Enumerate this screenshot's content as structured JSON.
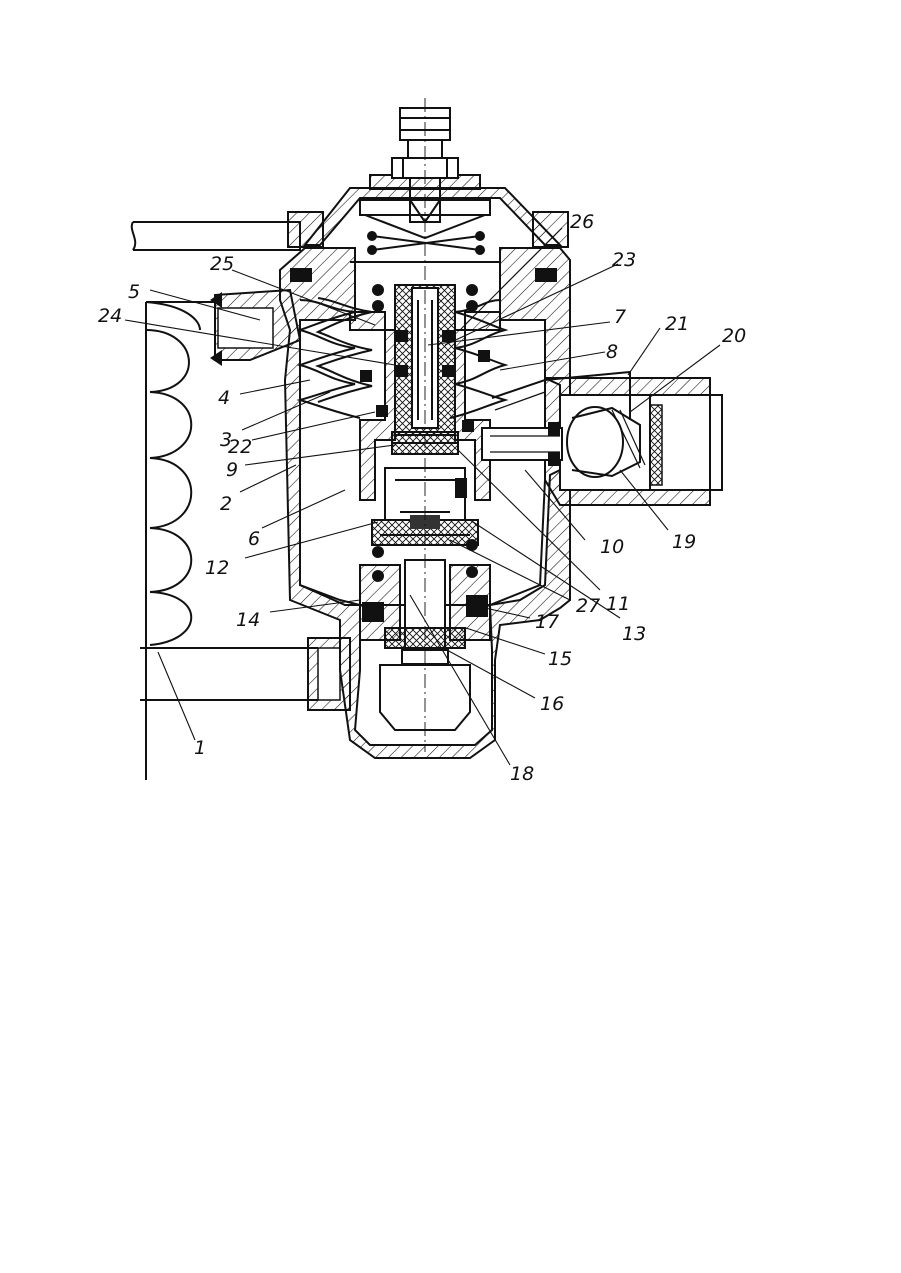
{
  "figure": {
    "callouts": [
      {
        "id": "1",
        "text": "1"
      },
      {
        "id": "2",
        "text": "2"
      },
      {
        "id": "3",
        "text": "3"
      },
      {
        "id": "4",
        "text": "4"
      },
      {
        "id": "5",
        "text": "5"
      },
      {
        "id": "6",
        "text": "6"
      },
      {
        "id": "7",
        "text": "7"
      },
      {
        "id": "8",
        "text": "8"
      },
      {
        "id": "9",
        "text": "9"
      },
      {
        "id": "10",
        "text": "10"
      },
      {
        "id": "11",
        "text": "11"
      },
      {
        "id": "12",
        "text": "12"
      },
      {
        "id": "13",
        "text": "13"
      },
      {
        "id": "14",
        "text": "14"
      },
      {
        "id": "15",
        "text": "15"
      },
      {
        "id": "16",
        "text": "16"
      },
      {
        "id": "17",
        "text": "17"
      },
      {
        "id": "18",
        "text": "18"
      },
      {
        "id": "19",
        "text": "19"
      },
      {
        "id": "20",
        "text": "20"
      },
      {
        "id": "21",
        "text": "21"
      },
      {
        "id": "22",
        "text": "22"
      },
      {
        "id": "23",
        "text": "23"
      },
      {
        "id": "24",
        "text": "24"
      },
      {
        "id": "25",
        "text": "25"
      },
      {
        "id": "26",
        "text": "26"
      },
      {
        "id": "27",
        "text": "27"
      }
    ]
  }
}
